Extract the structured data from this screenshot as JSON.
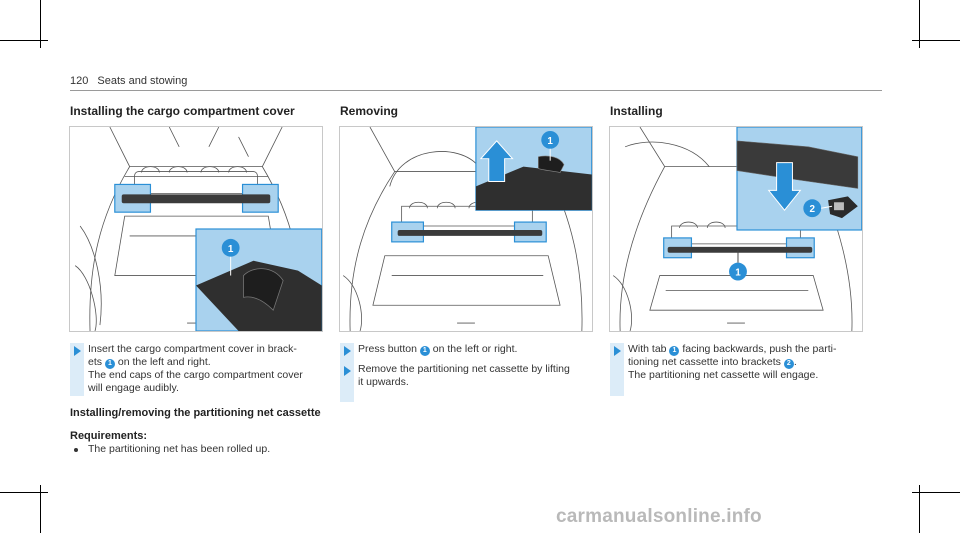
{
  "header": {
    "page_number": "120",
    "section": "Seats and stowing"
  },
  "columns": [
    {
      "title": "Installing the cargo compartment cover"
    },
    {
      "title": "Removing"
    },
    {
      "title": "Installing"
    }
  ],
  "col1": {
    "step1_line1": "Insert the cargo compartment cover in brack-",
    "step1_line2a": "ets",
    "step1_line2b": "on the left and right.",
    "step1_line3": "The end caps of the cargo compartment cover",
    "step1_line4": "will engage audibly.",
    "subheading": "Installing/removing the partitioning net cassette",
    "requirements_label": "Requirements:",
    "requirement1": "The partitioning net has been rolled up."
  },
  "col2": {
    "step1a": "Press button",
    "step1b": "on the left or right.",
    "step2_line1": "Remove the partitioning net cassette by lifting",
    "step2_line2": "it upwards."
  },
  "col3": {
    "step1_line1a": "With tab",
    "step1_line1b": "facing backwards, push the parti-",
    "step1_line2a": "tioning net cassette into brackets",
    "step1_line2b": ".",
    "step1_line3": "The partitioning net cassette will engage."
  },
  "callouts": {
    "one": "1",
    "two": "2"
  },
  "watermark": "carmanualsonline.info",
  "colors": {
    "accent": "#2a8fd6",
    "highlight_fill": "#a9d2ee",
    "step_bar": "#dcecf8"
  }
}
